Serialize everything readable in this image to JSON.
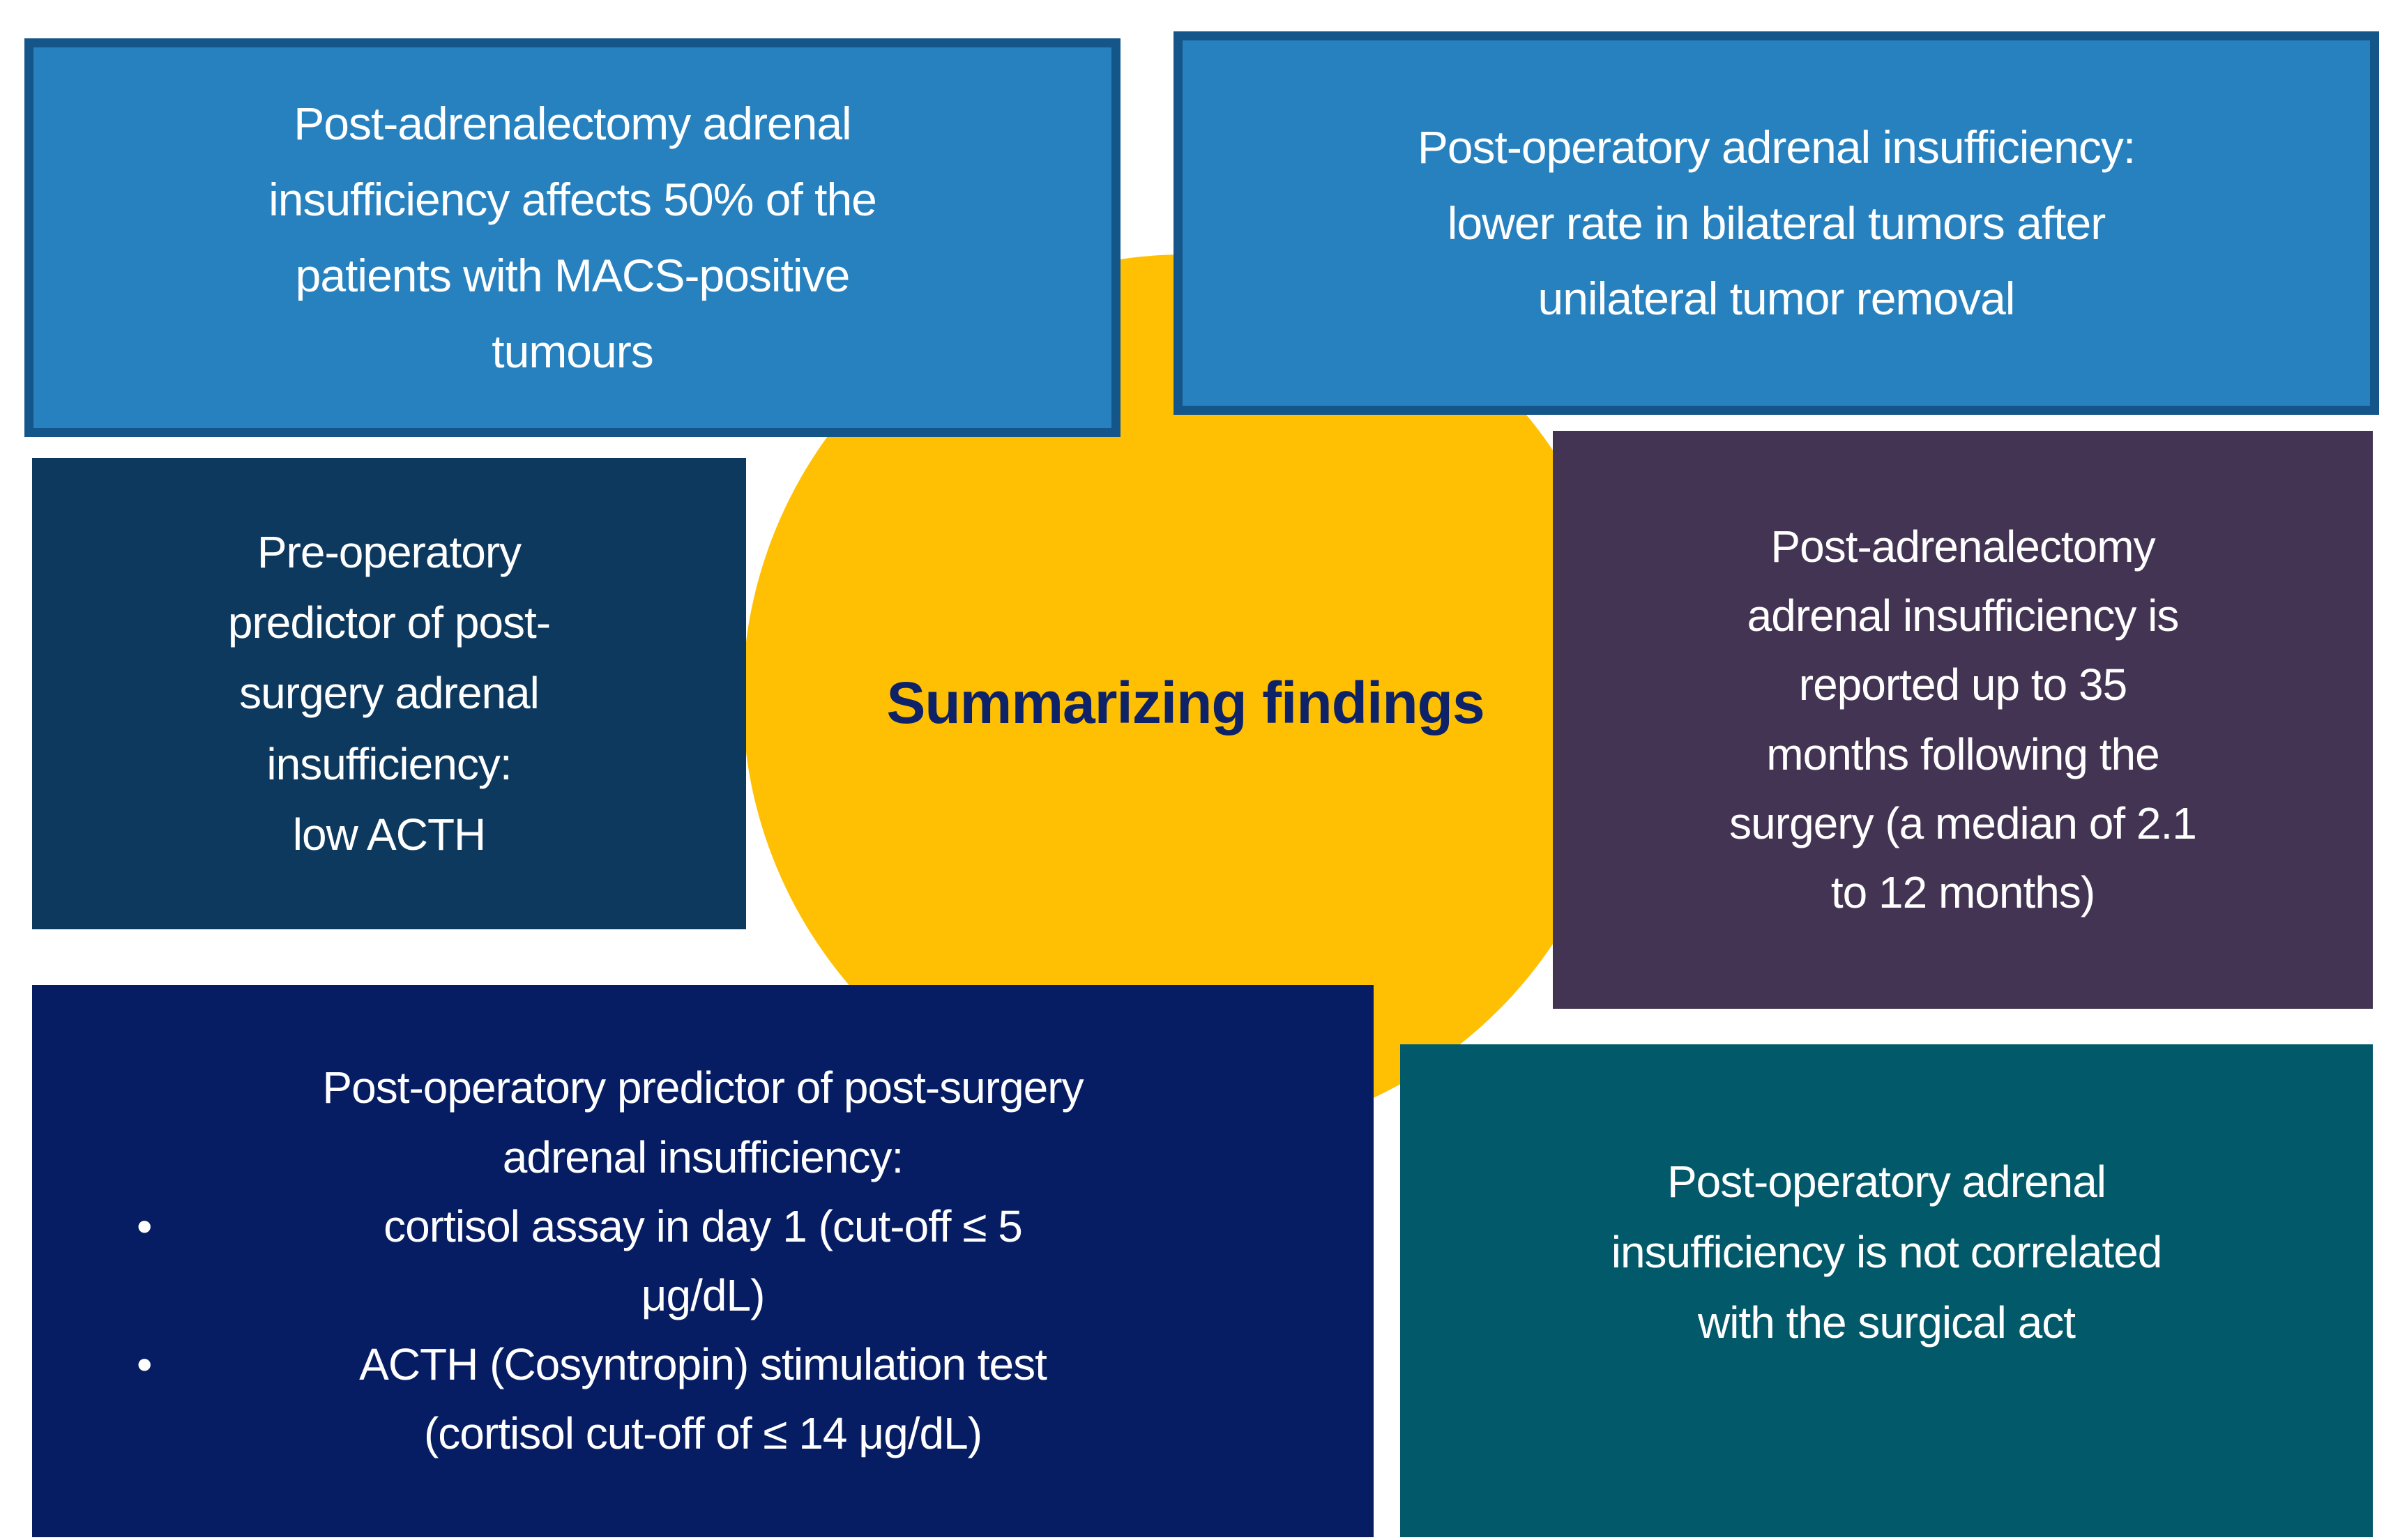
{
  "page": {
    "background_color": "#FFFFFF",
    "type": "summary-slide-diagram"
  },
  "center": {
    "label": "Summarizing findings",
    "circle_color": "#FFC003",
    "text_color": "#0E2268"
  },
  "boxes": {
    "top_left": {
      "text": "Post-adrenalectomy adrenal\ninsufficiency affects 50% of the\npatients with MACS-positive\ntumours",
      "fill": "#2781BE",
      "border": "#15568A",
      "text_color": "#FFFFFF"
    },
    "top_right": {
      "text": "Post-operatory adrenal insufficiency:\nlower rate in bilateral tumors after\nunilateral tumor removal",
      "fill": "#2781BE",
      "border": "#15568A",
      "text_color": "#FFFFFF"
    },
    "mid_left": {
      "text": "Pre-operatory\npredictor of post-\nsurgery adrenal\ninsufficiency:\nlow ACTH",
      "fill": "#0E395F",
      "text_color": "#FFFFFF"
    },
    "mid_right": {
      "text": "Post-adrenalectomy\nadrenal insufficiency is\nreported up to 35\nmonths following the\nsurgery (a median of 2.1\nto 12 months)",
      "fill": "#443453",
      "text_color": "#FFFFFF"
    },
    "bottom_left": {
      "heading": "Post-operatory predictor of post-surgery\nadrenal insufficiency:",
      "bullet_char": "•",
      "bullets": [
        "cortisol assay in day 1 (cut-off ≤ 5\nμg/dL)",
        "ACTH (Cosyntropin) stimulation test\n(cortisol cut-off of ≤ 14 μg/dL)"
      ],
      "fill": "#071D63",
      "text_color": "#FFFFFF"
    },
    "bottom_right": {
      "text": "Post-operatory adrenal\ninsufficiency is not correlated\nwith the surgical act",
      "fill": "#02596A",
      "text_color": "#FFFFFF"
    }
  }
}
